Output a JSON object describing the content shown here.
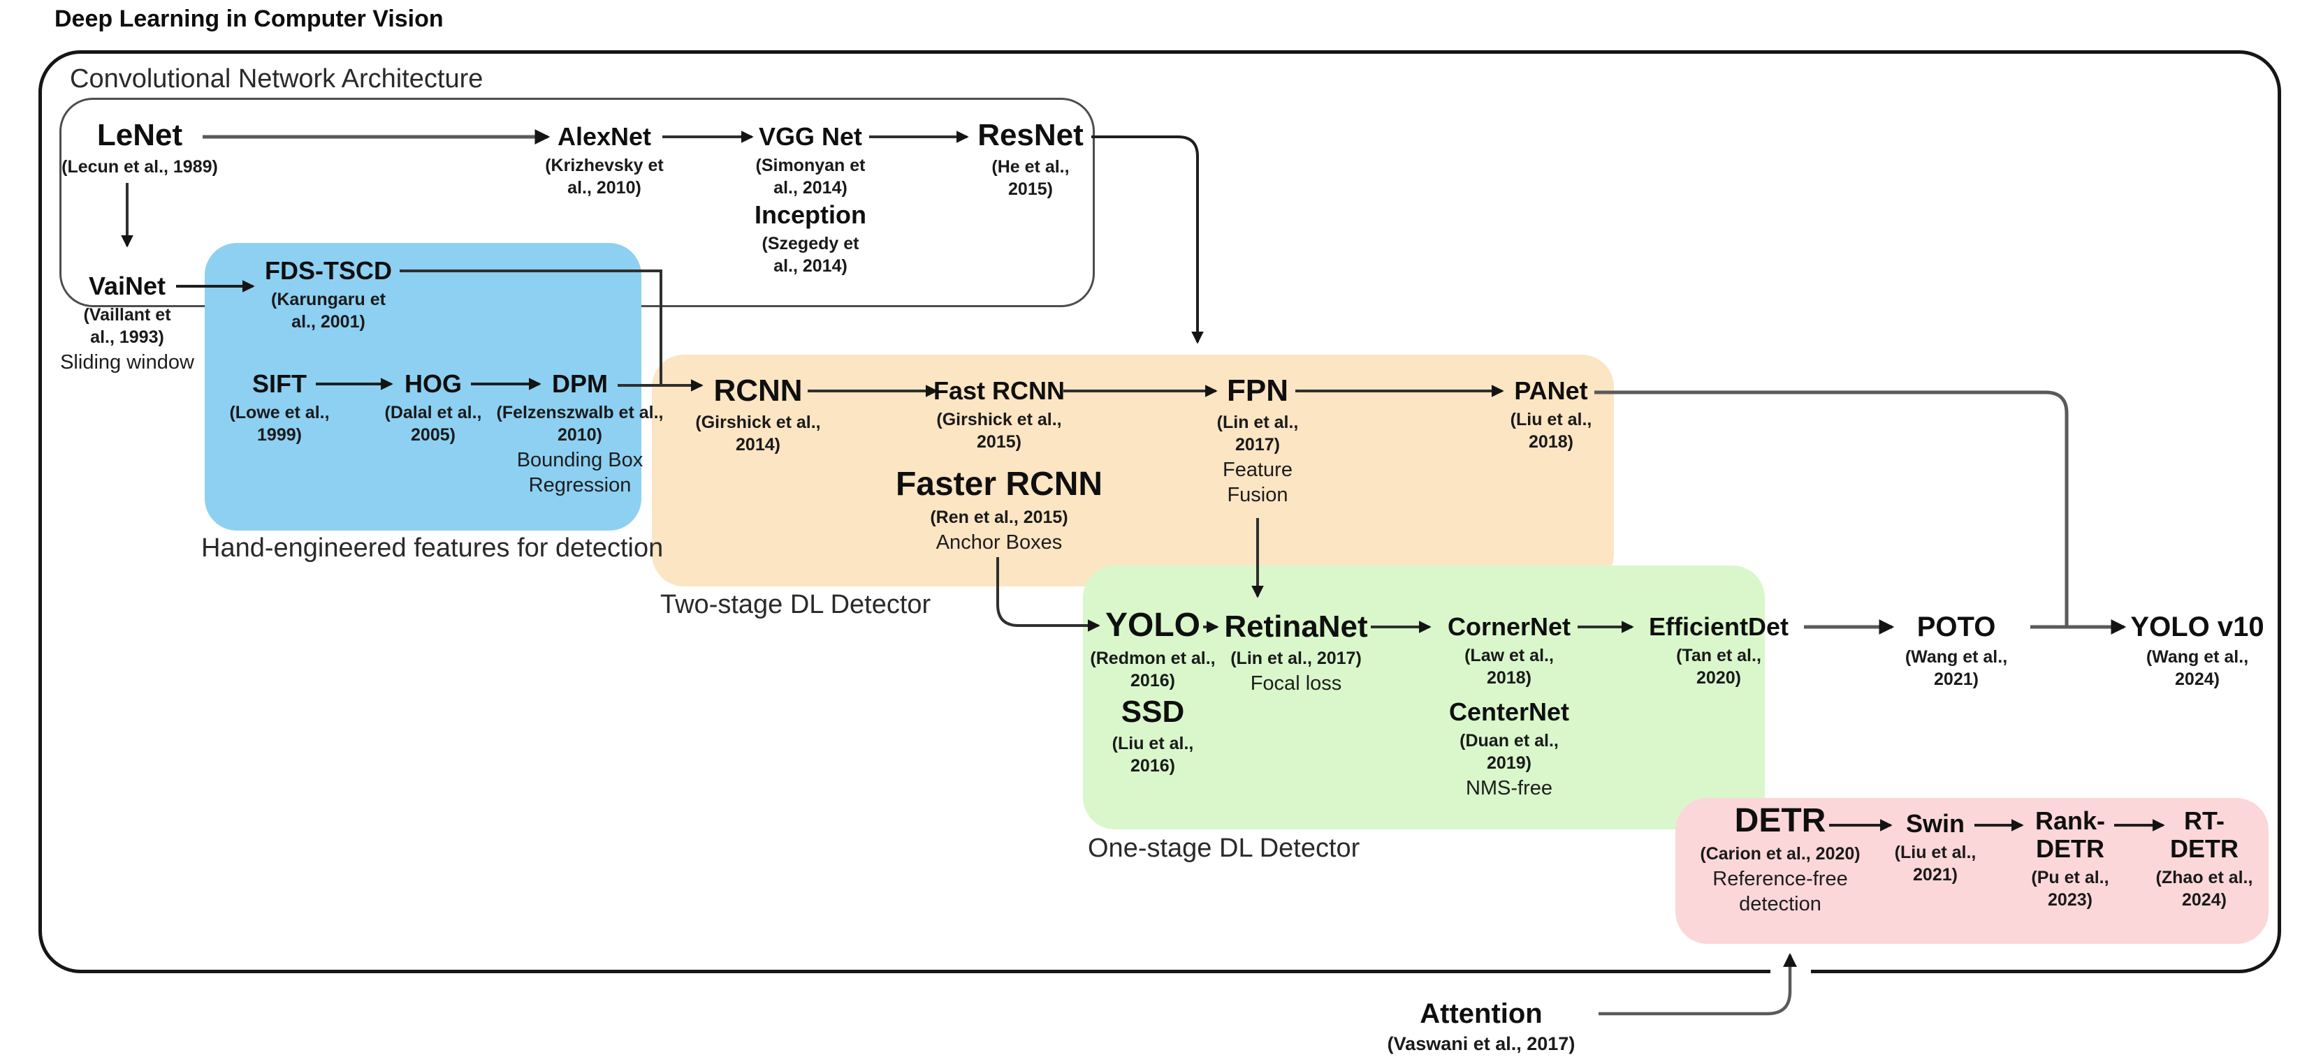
{
  "title": "Deep Learning in Computer Vision",
  "colors": {
    "blue_box": "#8DD0F2",
    "orange_box": "#FCE5C3",
    "green_box": "#D9F7CB",
    "pink_box": "#FBD7D9",
    "outer_border": "#161616",
    "arrow": "#2f2f2f"
  },
  "regions": {
    "conv": {
      "label": "Convolutional Network Architecture"
    },
    "hand": {
      "label": "Hand-engineered features for detection"
    },
    "two_stage": {
      "label": "Two-stage DL Detector"
    },
    "one_stage": {
      "label": "One-stage DL Detector"
    }
  },
  "nodes": {
    "lenet": {
      "name": "LeNet",
      "cite": [
        "(Lecun et al., 1989)"
      ]
    },
    "alexnet": {
      "name": "AlexNet",
      "cite": [
        "(Krizhevsky et",
        "al., 2010)"
      ]
    },
    "vggnet": {
      "name": "VGG Net",
      "cite": [
        "(Simonyan et",
        "al., 2014)"
      ]
    },
    "resnet": {
      "name": "ResNet",
      "cite": [
        "(He et al.,",
        "2015)"
      ]
    },
    "inception": {
      "name": "Inception",
      "cite": [
        "(Szegedy et",
        "al., 2014)"
      ]
    },
    "vainet": {
      "name": "VaiNet",
      "cite": [
        "(Vaillant et",
        "al., 1993)"
      ],
      "desc": [
        "Sliding window"
      ]
    },
    "fdstscd": {
      "name": "FDS-TSCD",
      "cite": [
        "(Karungaru et",
        "al., 2001)"
      ]
    },
    "sift": {
      "name": "SIFT",
      "cite": [
        "(Lowe et al.,",
        "1999)"
      ]
    },
    "hog": {
      "name": "HOG",
      "cite": [
        "(Dalal et al.,",
        "2005)"
      ]
    },
    "dpm": {
      "name": "DPM",
      "cite": [
        "(Felzenszwalb et al.,",
        "2010)"
      ],
      "desc": [
        "Bounding Box",
        "Regression"
      ]
    },
    "rcnn": {
      "name": "RCNN",
      "cite": [
        "(Girshick et al.,",
        "2014)"
      ]
    },
    "fastrcnn": {
      "name": "Fast RCNN",
      "cite": [
        "(Girshick et al.,",
        "2015)"
      ]
    },
    "fasterrcnn": {
      "name": "Faster RCNN",
      "cite": [
        "(Ren et al., 2015)"
      ],
      "desc": [
        "Anchor Boxes"
      ]
    },
    "fpn": {
      "name": "FPN",
      "cite": [
        "(Lin et al.,",
        "2017)"
      ],
      "desc": [
        "Feature",
        "Fusion"
      ]
    },
    "panet": {
      "name": "PANet",
      "cite": [
        "(Liu et al.,",
        "2018)"
      ]
    },
    "yolo": {
      "name": "YOLO",
      "cite": [
        "(Redmon et al.,",
        "2016)"
      ]
    },
    "retinanet": {
      "name": "RetinaNet",
      "cite": [
        "(Lin et al., 2017)"
      ],
      "desc": [
        "Focal loss"
      ]
    },
    "cornernet": {
      "name": "CornerNet",
      "cite": [
        "(Law et al.,",
        "2018)"
      ]
    },
    "efficientdet": {
      "name": "EfficientDet",
      "cite": [
        "(Tan et al.,",
        "2020)"
      ]
    },
    "ssd": {
      "name": "SSD",
      "cite": [
        "(Liu et al.,",
        "2016)"
      ]
    },
    "centernet": {
      "name": "CenterNet",
      "cite": [
        "(Duan et al.,",
        "2019)"
      ],
      "desc": [
        "NMS-free"
      ]
    },
    "poto": {
      "name": "POTO",
      "cite": [
        "(Wang et al.,",
        "2021)"
      ]
    },
    "yolov10": {
      "name": "YOLO v10",
      "cite": [
        "(Wang et al.,",
        "2024)"
      ]
    },
    "detr": {
      "name": "DETR",
      "cite": [
        "(Carion et al., 2020)"
      ],
      "desc": [
        "Reference-free",
        "detection"
      ]
    },
    "swin": {
      "name": "Swin",
      "cite": [
        "(Liu et al.,",
        "2021)"
      ]
    },
    "rankdetr": {
      "name": [
        "Rank-",
        "DETR"
      ],
      "cite": [
        "(Pu et al.,",
        "2023)"
      ]
    },
    "rtdetr": {
      "name": [
        "RT-",
        "DETR"
      ],
      "cite": [
        "(Zhao et al.,",
        "2024)"
      ]
    },
    "attention": {
      "name": "Attention",
      "cite": [
        "(Vaswani et al.,  2017)"
      ]
    }
  }
}
